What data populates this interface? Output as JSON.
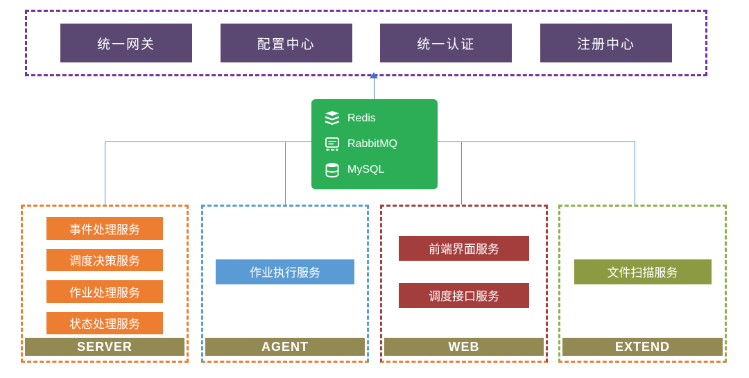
{
  "top_panel": {
    "items": [
      "统一网关",
      "配置中心",
      "统一认证",
      "注册中心"
    ]
  },
  "middleware": {
    "items": [
      {
        "name": "Redis",
        "icon": "redis-icon"
      },
      {
        "name": "RabbitMQ",
        "icon": "rabbitmq-icon"
      },
      {
        "name": "MySQL",
        "icon": "mysql-icon"
      }
    ]
  },
  "groups": [
    {
      "name": "SERVER",
      "services": [
        "事件处理服务",
        "调度决策服务",
        "作业处理服务",
        "状态处理服务"
      ]
    },
    {
      "name": "AGENT",
      "services": [
        "作业执行服务"
      ]
    },
    {
      "name": "WEB",
      "services": [
        "前端界面服务",
        "调度接口服务"
      ]
    },
    {
      "name": "EXTEND",
      "services": [
        "文件扫描服务"
      ]
    }
  ],
  "colors": {
    "top_border": "#7030A0",
    "top_box": "#5A4872",
    "middleware_box": "#2BAE55",
    "server": "#ED7D31",
    "agent": "#5B9BD5",
    "web": "#A43E3C",
    "extend_box": "#8C9A41",
    "extend_border": "#8DB04B",
    "band": "#938953",
    "connector": "#5B8FC5",
    "arrow": "#4472C4"
  }
}
